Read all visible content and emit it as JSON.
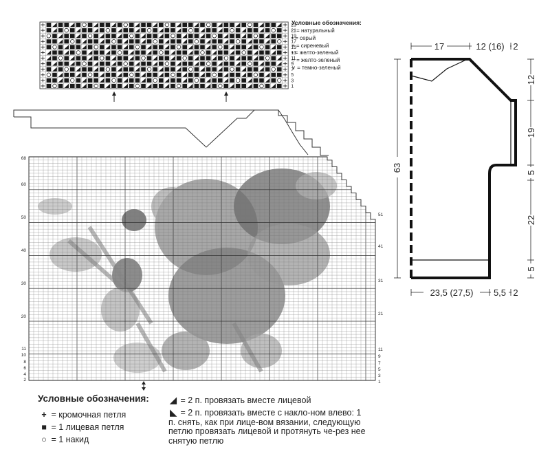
{
  "top_chart": {
    "row_labels": [
      "23",
      "21",
      "19",
      "17",
      "15",
      "13",
      "11",
      "9",
      "7",
      "5",
      "3",
      "1"
    ],
    "legend_title": "Условные обозначения:",
    "legend": [
      {
        "symbol": "□",
        "label": "= натуральный"
      },
      {
        "symbol": "▪",
        "label": "= серый"
      },
      {
        "symbol": "×",
        "label": "= сиреневый"
      },
      {
        "symbol": "•",
        "label": "= желто-зеленый"
      },
      {
        "symbol": "○",
        "label": "= желто-зеленый"
      },
      {
        "symbol": "∨",
        "label": "= темно-зеленый"
      }
    ]
  },
  "main_chart": {
    "left_labels": [
      "68",
      "60",
      "50",
      "40",
      "30",
      "20",
      "11",
      "10",
      "8",
      "6",
      "4",
      "2"
    ],
    "right_labels": [
      "51",
      "41",
      "31",
      "21",
      "11",
      "9",
      "7",
      "5",
      "3",
      "1"
    ]
  },
  "schematic": {
    "top_left": "17",
    "top_right": "12 (16)",
    "top_edge": "2",
    "height": "63",
    "right_dims": [
      "12",
      "19",
      "5",
      "22",
      "5"
    ],
    "bottom_left": "23,5 (27,5)",
    "bottom_right": "5,5",
    "bottom_edge": "2"
  },
  "bottom_legend": {
    "title": "Условные обозначения:",
    "left_items": [
      {
        "symbol": "+",
        "label": "= кромочная петля"
      },
      {
        "symbol": "■",
        "label": "= 1 лицевая петля"
      },
      {
        "symbol": "○",
        "label": "= 1 накид"
      }
    ],
    "right_items": [
      {
        "symbol": "◢",
        "label": "= 2 п. провязать вместе лицевой"
      },
      {
        "symbol": "◣",
        "label": "= 2 п. провязать вместе с накло-ном влево: 1 п. снять, как при лице-вом вязании, следующую петлю провязать лицевой и протянуть че-рез нее снятую петлю"
      }
    ]
  }
}
